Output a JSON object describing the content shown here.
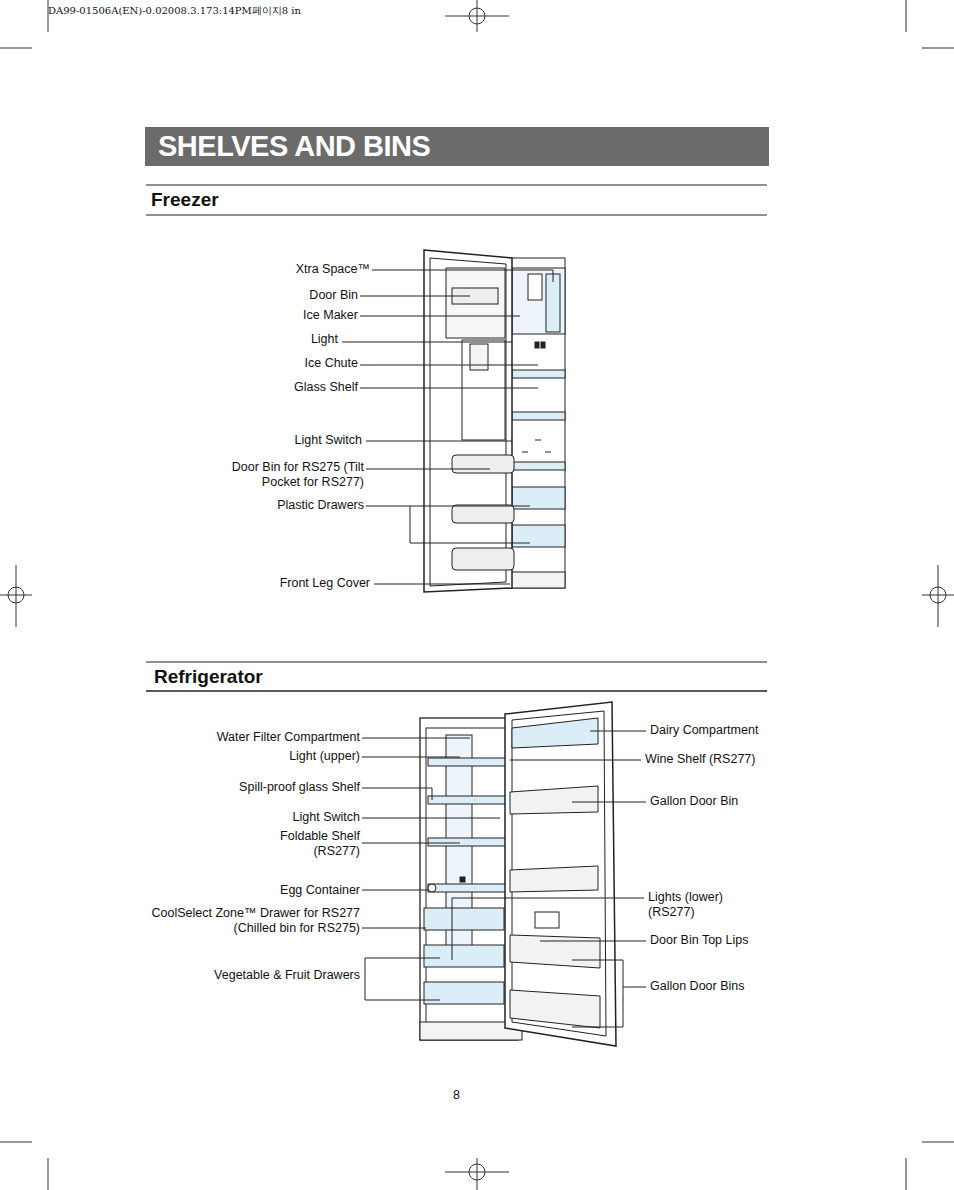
{
  "diagram": {
    "title": "SHELVES AND BINS",
    "labels": [
      "DA99-01506A(EN)-0.02008.3.173:14PM페이지8 in",
      "Freezer",
      "Xtra Space™",
      "Door Bin",
      "Ice Maker",
      "Light",
      "Ice Chute",
      "Glass Shelf",
      "Light Switch",
      "Door Bin for RS275 (Tilt Pocket for RS277)",
      "Plastic Drawers",
      "Front Leg Cover",
      "Refrigerator",
      "Water Filter Compartment",
      "Light (upper)",
      "Spill-proof glass Shelf",
      "Light Switch",
      "Foldable Shelf (RS277)",
      "Egg Container",
      "CoolSelect Zone™ Drawer for RS277 (Chilled bin for RS275)",
      "Vegetable & Fruit Drawers",
      "Dairy Compartment",
      "Wine Shelf (RS277)",
      "Gallon Door Bin",
      "Lights (lower) (RS277)",
      "Door Bin Top Lips",
      "Gallon Door Bins",
      "8"
    ]
  }
}
